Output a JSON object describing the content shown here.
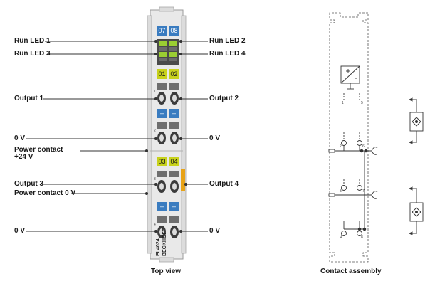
{
  "labels": {
    "run_led_1": "Run LED 1",
    "run_led_2": "Run LED 2",
    "run_led_3": "Run LED 3",
    "run_led_4": "Run LED 4",
    "output_1": "Output 1",
    "output_2": "Output 2",
    "zero_v_left_top": "0 V",
    "zero_v_right_top": "0 V",
    "power_contact_plus": "Power contact",
    "power_contact_plus_value": "+24 V",
    "output_3": "Output 3",
    "output_4": "Output 4",
    "power_contact_zero": "Power contact 0 V",
    "zero_v_left_bottom": "0 V",
    "zero_v_right_bottom": "0 V"
  },
  "module": {
    "tag_07": "07",
    "tag_08": "08",
    "tag_01": "01",
    "tag_02": "02",
    "tag_minus_1": "–",
    "tag_minus_2": "–",
    "tag_03": "03",
    "tag_04": "04",
    "tag_minus_3": "–",
    "tag_minus_4": "–",
    "model": "EL4024",
    "brand": "BECKHOFF"
  },
  "contact_pins": {
    "p1": "1",
    "p5": "5",
    "p2": "2",
    "p6": "6",
    "p3": "3",
    "p7": "7",
    "p4": "4",
    "p8": "8"
  },
  "captions": {
    "top_view": "Top view",
    "contact_assembly": "Contact assembly"
  },
  "colors": {
    "blue_tag": "#3a7cc0",
    "yellow_tag": "#c8d21c",
    "led_green": "#9acd32",
    "orange_bar": "#e8a317",
    "housing": "#e6e6e6",
    "line": "#333333"
  }
}
